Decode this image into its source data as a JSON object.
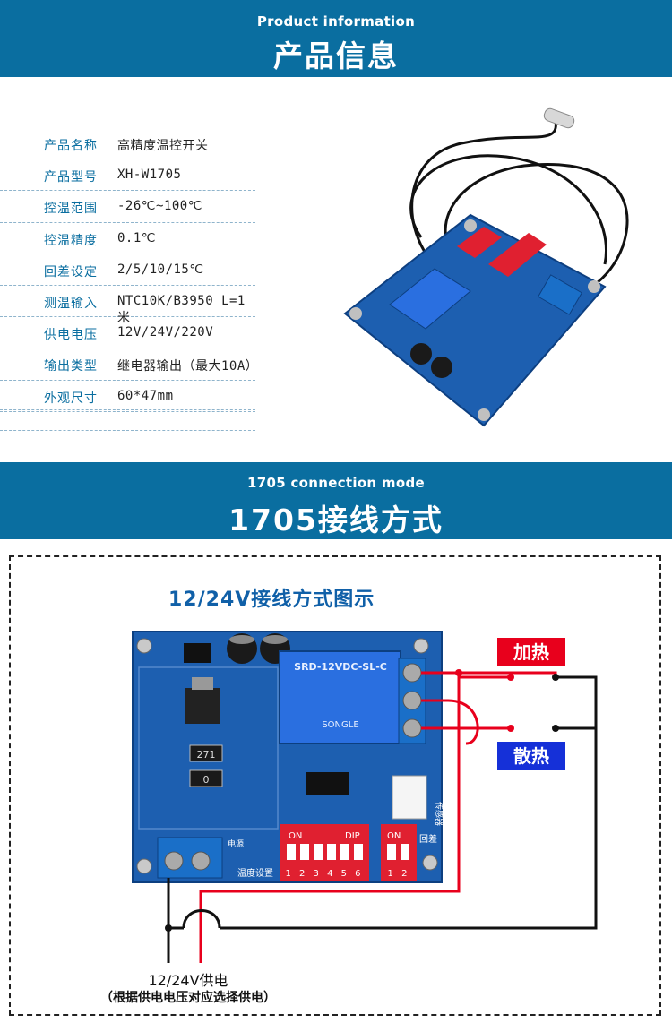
{
  "section1": {
    "en_title": "Product information",
    "zh_title": "产品信息"
  },
  "specs": [
    {
      "key": "产品名称",
      "value": "高精度温控开关"
    },
    {
      "key": "产品型号",
      "value": "XH-W1705"
    },
    {
      "key": "控温范围",
      "value": "-26℃~100℃"
    },
    {
      "key": "控温精度",
      "value": "0.1℃"
    },
    {
      "key": "回差设定",
      "value": "2/5/10/15℃"
    },
    {
      "key": "测温输入",
      "value": "NTC10K/B3950 L=1米"
    },
    {
      "key": "供电电压",
      "value": "12V/24V/220V"
    },
    {
      "key": "输出类型",
      "value": "继电器输出（最大10A）"
    },
    {
      "key": "外观尺寸",
      "value": "60*47mm"
    }
  ],
  "section2": {
    "en_title": "1705 connection mode",
    "zh_title": "1705接线方式"
  },
  "diagram": {
    "title": "12/24V接线方式图示",
    "heat_label": "加热",
    "cool_label": "散热",
    "supply_label": "12/24V供电",
    "supply_note": "（根据供电电压对应选择供电）",
    "relay_text": "SRD-12VDC-SL-C",
    "relay_brand": "SONGLE",
    "dip_on": "ON",
    "dip_label": "DIP",
    "dip_numbers_6": "1 2 3 4 5 6",
    "dip_numbers_2": "1 2",
    "board_temp_setting": "温度设置",
    "board_hysteresis": "回差",
    "board_power": "电源",
    "board_sensor": "传感器",
    "chip_271": "271",
    "chip_0": "0"
  },
  "colors": {
    "banner": "#0a6ea0",
    "board": "#1d5fb0",
    "heat": "#e8001c",
    "cool": "#1530d8",
    "wire_red": "#e8001c",
    "wire_black": "#111111"
  }
}
